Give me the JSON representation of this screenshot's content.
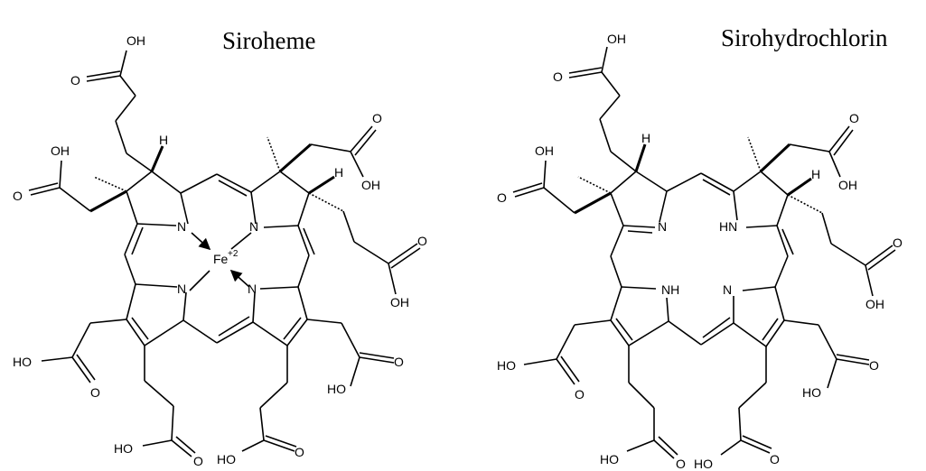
{
  "molecules": [
    {
      "name": "Siroheme",
      "labels": {
        "oh": "OH",
        "ho": "HO",
        "o": "O",
        "n": "N",
        "h": "H",
        "metal": "Fe",
        "metal_charge": "+2"
      }
    },
    {
      "name": "Sirohydrochlorin",
      "labels": {
        "oh": "OH",
        "ho": "HO",
        "o": "O",
        "n": "N",
        "h": "H",
        "nh": "NH",
        "hn": "HN"
      }
    }
  ]
}
